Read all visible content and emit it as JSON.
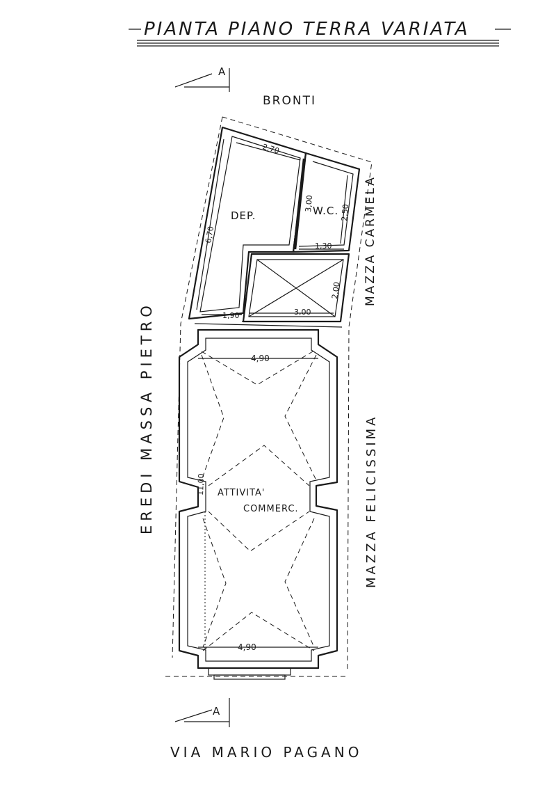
{
  "title": "PIANTA  PIANO  TERRA  VARIATA",
  "section_marks": {
    "top": "A",
    "bottom": "A"
  },
  "neighbors": {
    "north": "BRONTI",
    "west": "EREDI  MASSA  PIETRO",
    "east_upper": "MAZZA CARMELA",
    "east_lower": "MAZZA  FELICISSIMA"
  },
  "street": "VIA  MARIO  PAGANO",
  "rooms": {
    "deposit": "DEP.",
    "wc": "W.C.",
    "shop_line1": "ATTIVITA'",
    "shop_line2": "COMMERC."
  },
  "dimensions": {
    "dep_width": "2,70",
    "dep_length": "6,70",
    "wc_length": "3,00",
    "wc_inner": "2,50",
    "wc_width": "1,30",
    "stair_depth": "2,00",
    "dep_bottom": "1,90",
    "stair_width": "3,00",
    "shop_top_width": "4,90",
    "shop_length": "11,00",
    "shop_bottom_width": "4,90"
  },
  "colors": {
    "ink": "#1a1a1a",
    "paper": "#ffffff"
  }
}
